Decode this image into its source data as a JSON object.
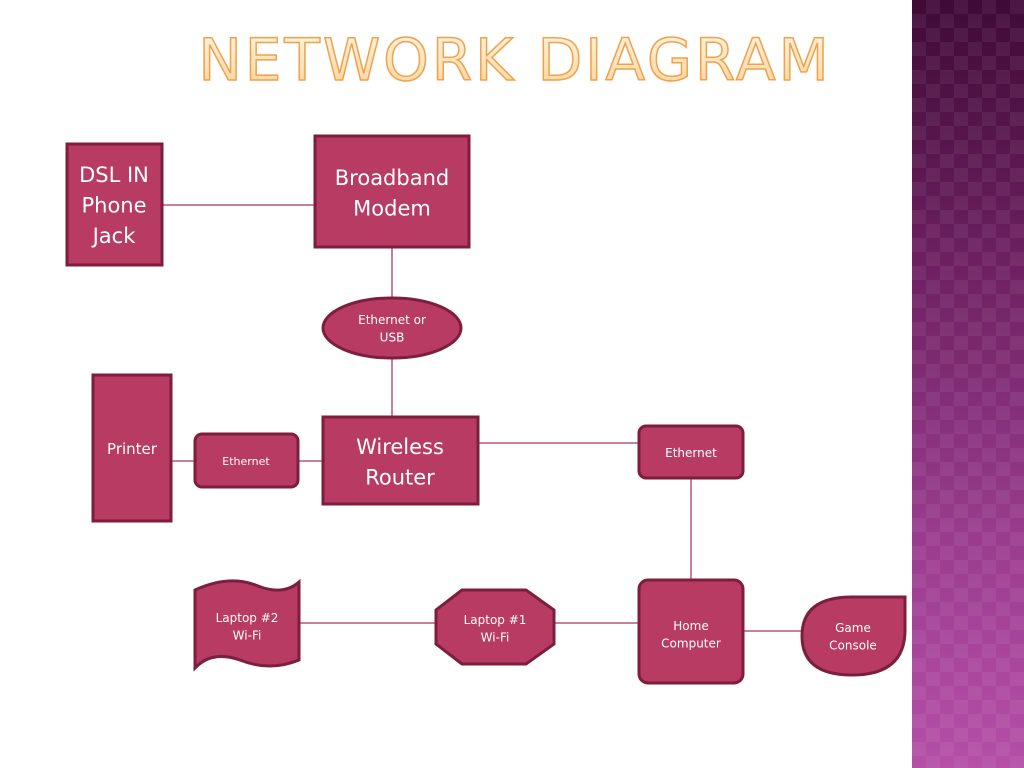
{
  "title": "Network Diagram",
  "colors": {
    "node_fill": "#b83b64",
    "node_stroke": "#7d1e3f",
    "line": "#b8567a",
    "title_fill": "#fde7c6",
    "title_stroke": "#f0a24a"
  },
  "nodes": {
    "dsl_in": [
      "DSL IN",
      "Phone",
      "Jack"
    ],
    "broadband_modem": [
      "Broadband",
      "Modem"
    ],
    "ethernet_or_usb": [
      "Ethernet or",
      "USB"
    ],
    "printer": [
      "Printer"
    ],
    "ethernet_printer": [
      "Ethernet"
    ],
    "wireless_router": [
      "Wireless",
      "Router"
    ],
    "ethernet_right": [
      "Ethernet"
    ],
    "laptop2": [
      "Laptop #2",
      "Wi-Fi"
    ],
    "laptop1": [
      "Laptop #1",
      "Wi-Fi"
    ],
    "home_computer": [
      "Home",
      "Computer"
    ],
    "game_console": [
      "Game",
      "Console"
    ]
  },
  "connections": [
    [
      "dsl_in",
      "broadband_modem"
    ],
    [
      "broadband_modem",
      "ethernet_or_usb"
    ],
    [
      "ethernet_or_usb",
      "wireless_router"
    ],
    [
      "printer",
      "ethernet_printer"
    ],
    [
      "ethernet_printer",
      "wireless_router"
    ],
    [
      "wireless_router",
      "ethernet_right"
    ],
    [
      "ethernet_right",
      "home_computer"
    ],
    [
      "laptop2",
      "laptop1"
    ],
    [
      "laptop1",
      "home_computer"
    ],
    [
      "home_computer",
      "game_console"
    ]
  ]
}
